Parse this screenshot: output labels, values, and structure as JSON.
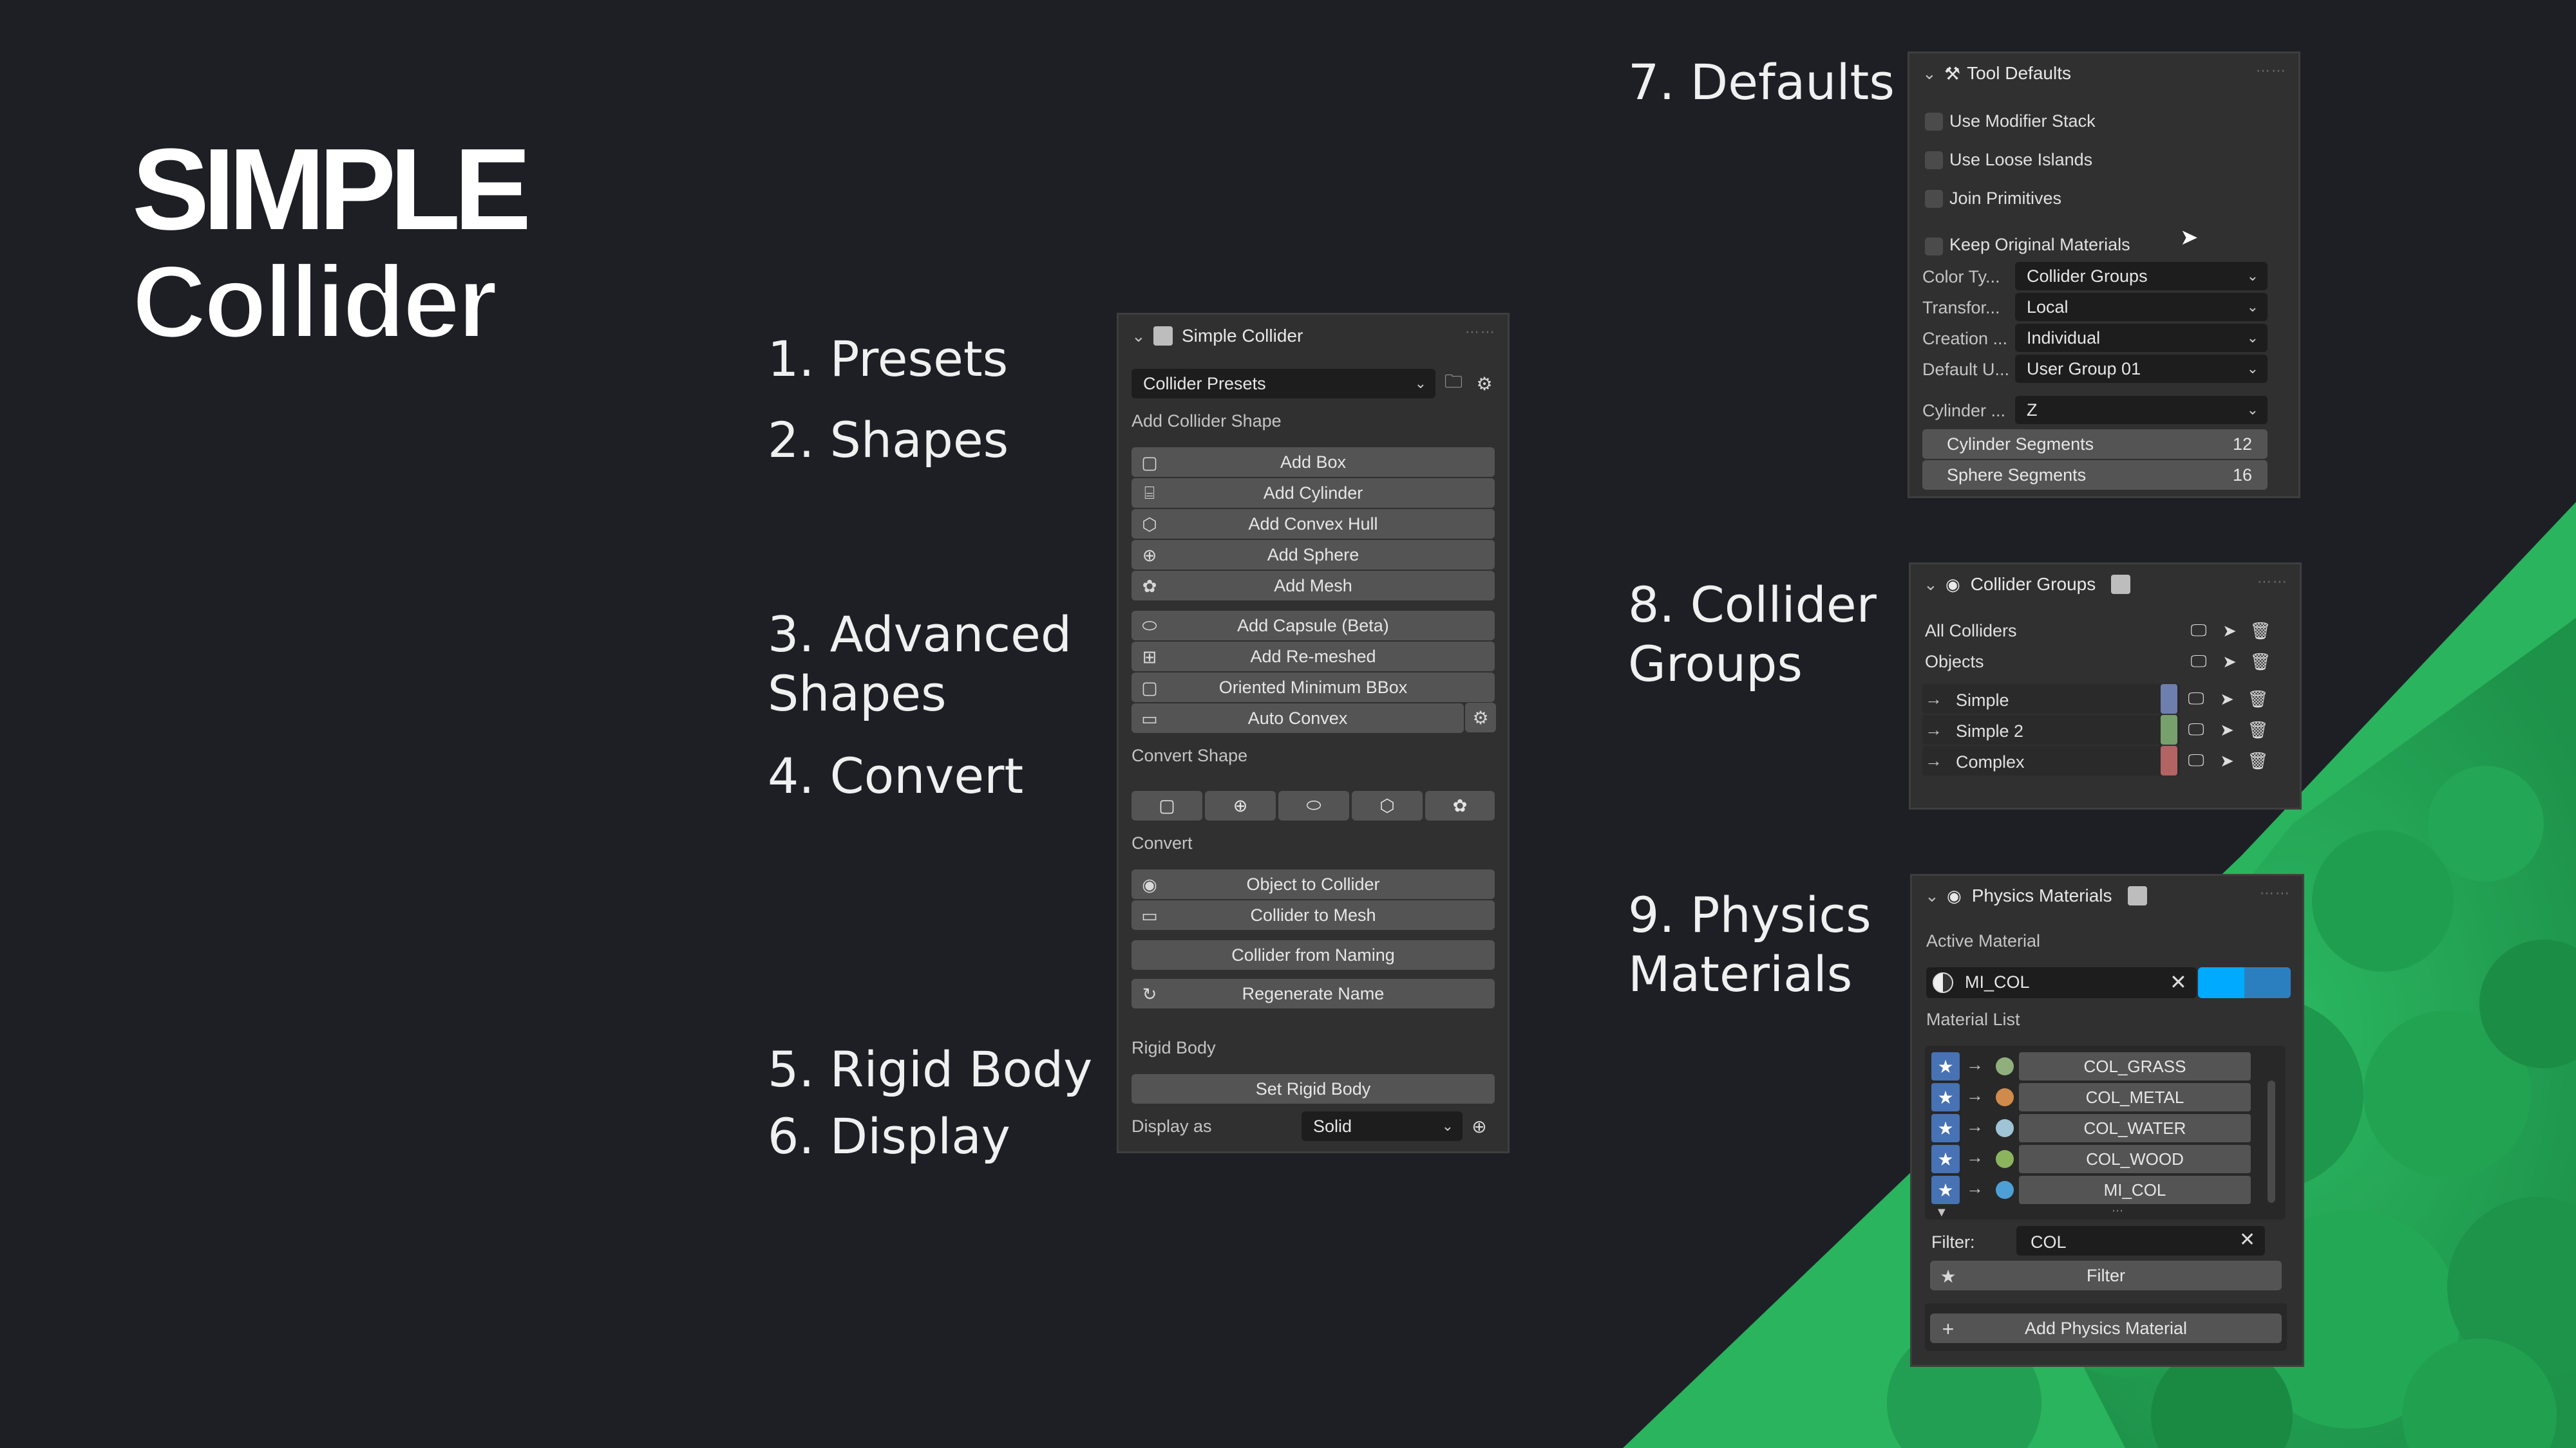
{
  "logo": {
    "top": "SIMPLE",
    "bottom": "Collider"
  },
  "labels": {
    "l1": "1. Presets",
    "l2": "2. Shapes",
    "l3a": "3. Advanced",
    "l3b": "Shapes",
    "l4": "4. Convert",
    "l5": "5. Rigid Body",
    "l6": "6. Display",
    "l7": "7. Defaults",
    "l8a": "8. Collider",
    "l8b": "Groups",
    "l9a": "9. Physics",
    "l9b": "Materials"
  },
  "main_panel": {
    "title": "Simple Collider",
    "presets": "Collider Presets",
    "add_shape_label": "Add Collider Shape",
    "shape_buttons": [
      "Add Box",
      "Add Cylinder",
      "Add Convex Hull",
      "Add Sphere",
      "Add Mesh"
    ],
    "advanced_buttons": [
      "Add Capsule (Beta)",
      "Add Re-meshed",
      "Oriented Minimum BBox",
      "Auto Convex"
    ],
    "convert_shape_label": "Convert Shape",
    "convert_label": "Convert",
    "convert_buttons": [
      "Object to Collider",
      "Collider to Mesh"
    ],
    "naming_button": "Collider from Naming",
    "regen_button": "Regenerate Name",
    "rigid_label": "Rigid Body",
    "rigid_button": "Set Rigid Body",
    "display_label": "Display as",
    "display_value": "Solid"
  },
  "defaults_panel": {
    "title": "Tool Defaults",
    "checkboxes": [
      "Use Modifier Stack",
      "Use Loose Islands",
      "Join Primitives",
      "Keep Original Materials"
    ],
    "props": [
      {
        "label": "Color Ty...",
        "value": "Collider Groups"
      },
      {
        "label": "Transfor...",
        "value": "Local"
      },
      {
        "label": "Creation ...",
        "value": "Individual"
      },
      {
        "label": "Default U...",
        "value": "User Group 01"
      }
    ],
    "cylinder_label": "Cylinder ...",
    "cylinder_value": "Z",
    "cyl_segments_label": "Cylinder Segments",
    "cyl_segments_value": "12",
    "sph_segments_label": "Sphere Segments",
    "sph_segments_value": "16"
  },
  "groups_panel": {
    "title": "Collider Groups",
    "rows_top": [
      "All Colliders",
      "Objects"
    ],
    "groups": [
      {
        "name": "Simple",
        "color": "#6e7fae"
      },
      {
        "name": "Simple 2",
        "color": "#78a06c"
      },
      {
        "name": "Complex",
        "color": "#b26363"
      }
    ]
  },
  "physics_panel": {
    "title": "Physics Materials",
    "active_label": "Active Material",
    "active_value": "MI_COL",
    "list_label": "Material List",
    "materials": [
      {
        "name": "COL_GRASS",
        "color": "#8fb07c"
      },
      {
        "name": "COL_METAL",
        "color": "#d08a4c"
      },
      {
        "name": "COL_WATER",
        "color": "#9fc4d6"
      },
      {
        "name": "COL_WOOD",
        "color": "#8cb45e"
      },
      {
        "name": "MI_COL",
        "color": "#4e9fd6"
      }
    ],
    "filter_label": "Filter:",
    "filter_value": "COL",
    "filter_button": "Filter",
    "add_button": "Add Physics Material"
  },
  "colors": {
    "accent_blue": "#4772b3",
    "active_swatch": "#00aaff",
    "green": "#27b35a"
  }
}
